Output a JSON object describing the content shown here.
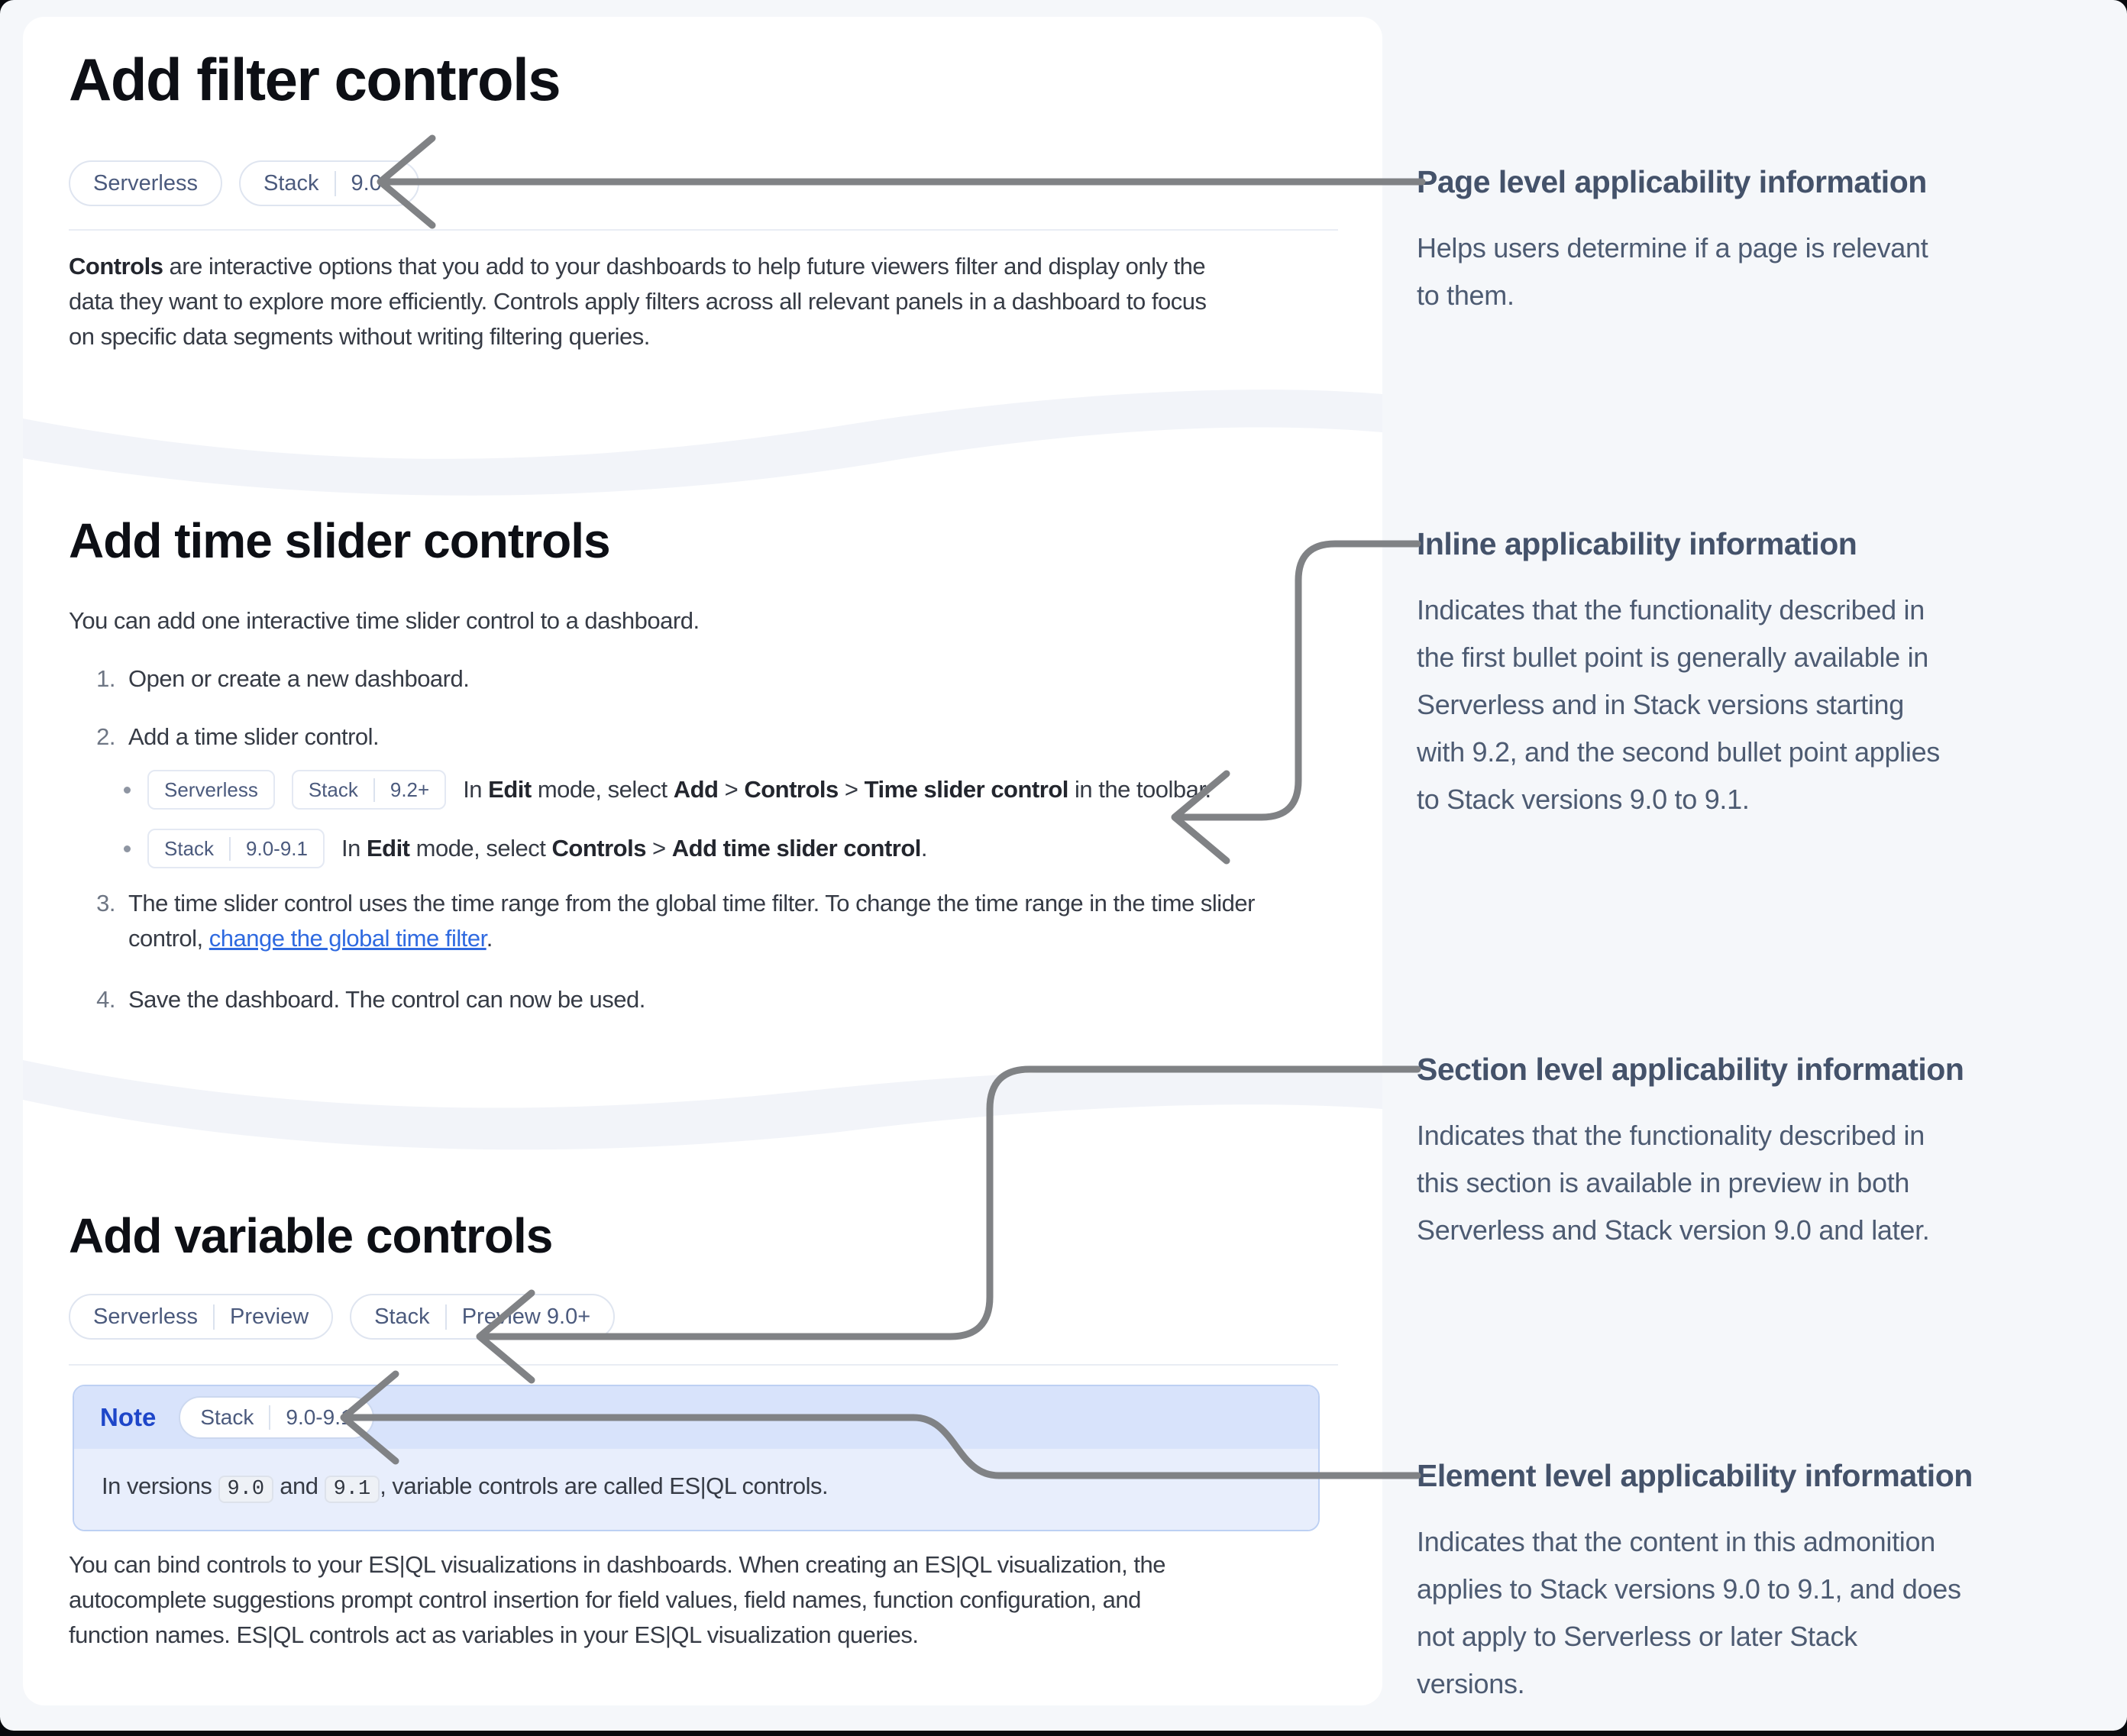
{
  "page": {
    "card_filter": {
      "title": "Add filter controls",
      "badges": [
        {
          "parts": [
            "Serverless"
          ]
        },
        {
          "parts": [
            "Stack",
            "9.0+"
          ]
        }
      ],
      "intro": [
        {
          "t": "Controls",
          "b": true
        },
        {
          "t": " are interactive options that you add to your dashboards to help future viewers filter and display only the\ndata they want to explore more efficiently. Controls apply filters across all relevant panels in a dashboard to focus\non specific data segments without writing filtering queries."
        }
      ]
    },
    "card_time_slider": {
      "title": "Add time slider controls",
      "lead": "You can add one interactive time slider control to a dashboard.",
      "step1_num": "1.",
      "step1": [
        {
          "t": "Open or create a new dashboard."
        }
      ],
      "step2_num": "2.",
      "step2": [
        {
          "t": "Add a time slider control."
        }
      ],
      "bullet1_badges": [
        {
          "parts": [
            "Serverless"
          ]
        },
        {
          "parts": [
            "Stack",
            "9.2+"
          ]
        }
      ],
      "bullet1": [
        {
          "t": "In "
        },
        {
          "t": "Edit",
          "b": true
        },
        {
          "t": " mode, select "
        },
        {
          "t": "Add",
          "b": true
        },
        {
          "t": " > "
        },
        {
          "t": "Controls",
          "b": true
        },
        {
          "t": " > "
        },
        {
          "t": "Time slider control",
          "b": true
        },
        {
          "t": " in the toolbar."
        }
      ],
      "bullet2_badges": [
        {
          "parts": [
            "Stack",
            "9.0-9.1"
          ]
        }
      ],
      "bullet2": [
        {
          "t": "In "
        },
        {
          "t": "Edit",
          "b": true
        },
        {
          "t": " mode, select "
        },
        {
          "t": "Controls",
          "b": true
        },
        {
          "t": " > "
        },
        {
          "t": "Add time slider control",
          "b": true
        },
        {
          "t": "."
        }
      ],
      "step3_num": "3.",
      "step3": [
        {
          "t": "The time slider control uses the time range from the global time filter. To change the time range in the time slider\ncontrol, "
        },
        {
          "t": "change the global time filter",
          "link": true,
          "name": "change-global-time-filter-link"
        },
        {
          "t": "."
        }
      ],
      "step4_num": "4.",
      "step4": [
        {
          "t": "Save the dashboard. The control can now be used."
        }
      ]
    },
    "card_variable": {
      "title": "Add variable controls",
      "badges": [
        {
          "parts": [
            "Serverless",
            "Preview"
          ]
        },
        {
          "parts": [
            "Stack",
            "Preview 9.0+"
          ]
        }
      ],
      "note_label": "Note",
      "note_badges": [
        {
          "parts": [
            "Stack",
            "9.0-9.1"
          ]
        }
      ],
      "note_body": [
        {
          "t": "In versions "
        },
        {
          "t": "9.0",
          "code": true
        },
        {
          "t": " and "
        },
        {
          "t": "9.1",
          "code": true
        },
        {
          "t": ", variable controls are called ES|QL controls."
        }
      ],
      "outro": "You can bind controls to your ES|QL visualizations in dashboards. When creating an ES|QL visualization, the\nautocomplete suggestions prompt control insertion for field values, field names, function configuration, and\nfunction names. ES|QL controls act as variables in your ES|QL visualization queries."
    },
    "annotations": [
      {
        "title": "Page level applicability information",
        "body": "Helps users determine if a page is relevant\nto them."
      },
      {
        "title": "Inline applicability information",
        "body": "Indicates that the functionality described in\nthe first bullet point is generally available in\nServerless and in Stack versions starting\nwith 9.2, and the second bullet point applies\nto Stack versions 9.0 to 9.1."
      },
      {
        "title": "Section level applicability information",
        "body": "Indicates that the functionality described in\nthis section is available in preview in both\nServerless and Stack version 9.0 and later."
      },
      {
        "title": "Element level applicability information",
        "body": "Indicates that the content in this admonition\napplies to Stack versions 9.0 to 9.1, and does\nnot apply to Serverless or later Stack\nversions."
      }
    ],
    "colors": {
      "link_blue": "#2f6ae0",
      "note_blue": "#1e46c9",
      "arrow_gray": "#808285",
      "page_bg": "#f5f7fa"
    }
  }
}
